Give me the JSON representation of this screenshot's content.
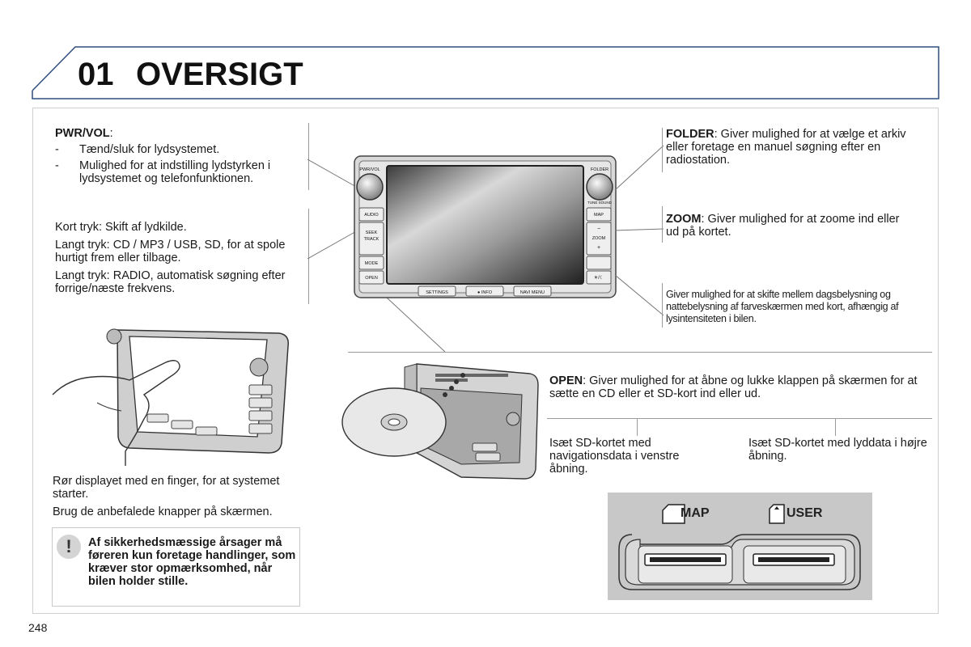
{
  "header": {
    "number": "01",
    "title": "OVERSIGT"
  },
  "page_number": "248",
  "pwr_vol": {
    "title": "PWR/VOL",
    "colon": ":",
    "items": [
      "Tænd/sluk for lydsystemet.",
      "Mulighed for at indstilling lydstyrken i lydsystemet og telefonfunktionen."
    ]
  },
  "audio": {
    "lines": [
      "Kort tryk: Skift af lydkilde.",
      "Langt tryk: CD / MP3 / USB, SD, for at spole hurtigt frem eller tilbage.",
      "Langt tryk: RADIO, automatisk søgning efter forrige/næste frekvens."
    ]
  },
  "touch": {
    "lines": [
      "Rør displayet med en finger, for at systemet starter.",
      "Brug de anbefalede knapper på skærmen."
    ]
  },
  "warning": {
    "icon": "exclamation-icon",
    "text": "Af sikkerhedsmæssige årsager må føreren kun foretage handlinger, som kræver stor opmærksomhed, når bilen holder stille."
  },
  "folder": {
    "label": "FOLDER",
    "text": ": Giver mulighed for at vælge et arkiv eller foretage en manuel søgning efter en radiostation."
  },
  "zoom": {
    "label": "ZOOM",
    "text": ": Giver mulighed for at zoome ind eller ud på kortet."
  },
  "daynight": {
    "text": "Giver mulighed for at skifte mellem dagsbelysning og nattebelysning af farveskærmen med kort, afhængig af lysintensiteten i bilen."
  },
  "open": {
    "label": "OPEN",
    "text": ": Giver mulighed for at åbne og lukke klappen på skærmen for at sætte en CD eller et SD-kort ind eller ud."
  },
  "sd_left": "Isæt SD-kortet med navigationsdata i venstre åbning.",
  "sd_right": "Isæt SD-kortet med lyddata i højre åbning.",
  "device": {
    "left_buttons": [
      "PWR/VOL",
      "AUDIO",
      "SEEK",
      "TRACK",
      "MODE",
      "OPEN"
    ],
    "right_buttons": [
      "FOLDER",
      "TUNE SOUND",
      "MAP",
      "ZOOM",
      "☀/☾"
    ],
    "bottom_buttons": [
      "SETTINGS",
      "● INFO",
      "NAVI MENU"
    ],
    "zoom_minus": "−",
    "zoom_plus": "+"
  },
  "slots": {
    "map_label": "MAP",
    "user_label": "USER"
  },
  "colors": {
    "header_border": "#2f4f7f",
    "panel_grey": "#c8c8c8"
  }
}
